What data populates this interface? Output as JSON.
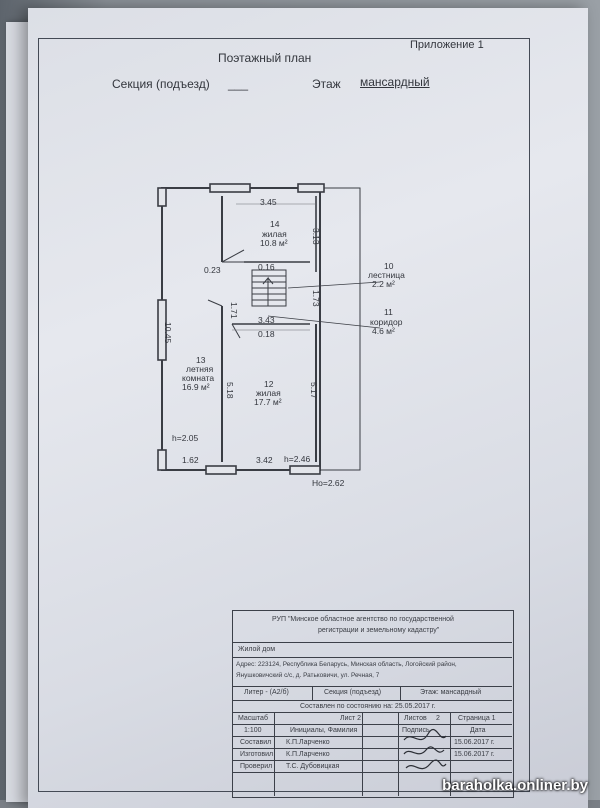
{
  "header": {
    "appendix": "Приложение 1",
    "title": "Поэтажный план",
    "section": "Секция (подъезд)",
    "section_value": "___",
    "floor": "Этаж",
    "floor_value": "мансардный"
  },
  "plan": {
    "dims": {
      "top_width": "3.45",
      "left_height": "10.45",
      "right_h_313": "3.13",
      "d_023": "0.23",
      "d_016": "0.16",
      "d_171": "1.71",
      "d_173": "1.73",
      "d_343": "3.43",
      "d_018": "0.18",
      "d_518": "5.18",
      "d_517": "5.17",
      "bottom_162": "1.62",
      "bottom_342": "3.42",
      "h_205": "h=2.05",
      "h_246": "h=2.46",
      "ho_262": "Ho=2.62"
    },
    "rooms": [
      {
        "num": "14",
        "type": "жилая",
        "area": "10.8 м²"
      },
      {
        "num": "10",
        "type": "лестница",
        "area": "2.2 м²"
      },
      {
        "num": "11",
        "type": "коридор",
        "area": "4.6 м²"
      },
      {
        "num": "13",
        "type": "летняя",
        "type2": "комната",
        "area": "16.9 м²"
      },
      {
        "num": "12",
        "type": "жилая",
        "area": "17.7 м²"
      }
    ]
  },
  "stamp": {
    "org": "РУП \"Минское областное агентство по государственной",
    "org2": "регистрации и земельному кадастру\"",
    "object": "Жилой дом",
    "address": "Адрес: 223124, Республика Беларусь, Минская область, Логойский район,",
    "address2": "Янушковичский с/с, д. Ратьковичи, ул. Речная, 7",
    "litera": "Литер - (А2/б)",
    "section": "Секция (подъезд)",
    "floor": "Этаж: мансардный",
    "composed": "Составлен по состоянию на: 25.05.2017 г.",
    "scale_label": "Масштаб",
    "sheet_label": "Лист 2",
    "sheets_label": "Листов",
    "sheets_value": "2",
    "page_label": "Страница 1",
    "scale_value": "1:100",
    "initials_label": "Инициалы, Фамилия",
    "sign_label": "Подпись",
    "date_label": "Дата",
    "rows": [
      {
        "role": "Составил",
        "name": "К.П.Ларченко",
        "date": "15.06.2017 г."
      },
      {
        "role": "Изготовил",
        "name": "К.П.Ларченко",
        "date": "15.06.2017 г."
      },
      {
        "role": "Проверил",
        "name": "Т.С. Дубовицкая",
        "date": ""
      }
    ]
  },
  "watermark": "baraholka.onliner.by"
}
